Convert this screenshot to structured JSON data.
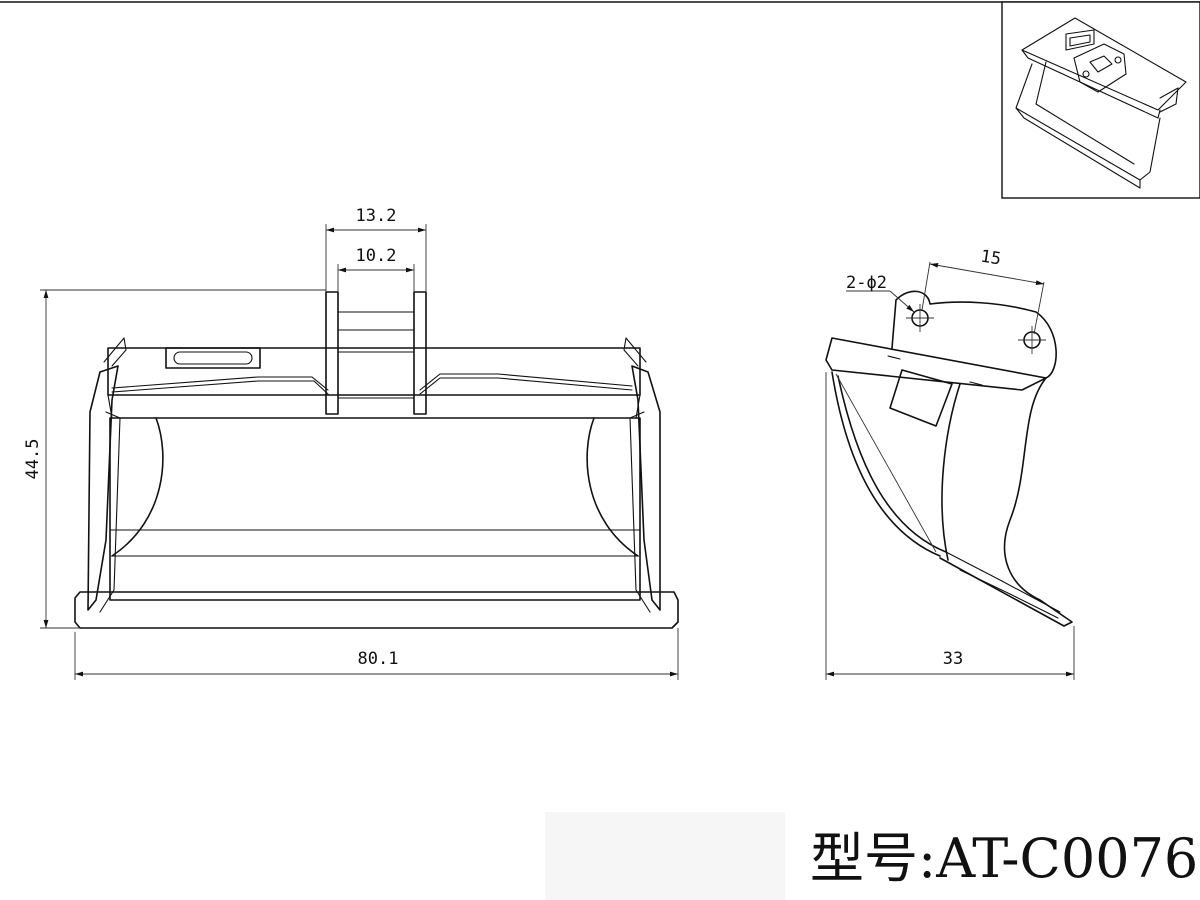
{
  "drawing": {
    "dimensions": {
      "pin_outer_width": "13.2",
      "pin_inner_width": "10.2",
      "height": "44.5",
      "width": "80.1",
      "hole_spacing": "15",
      "holes": "2-ϕ2",
      "depth": "33"
    },
    "model_label": "型号:AT-C0076"
  }
}
